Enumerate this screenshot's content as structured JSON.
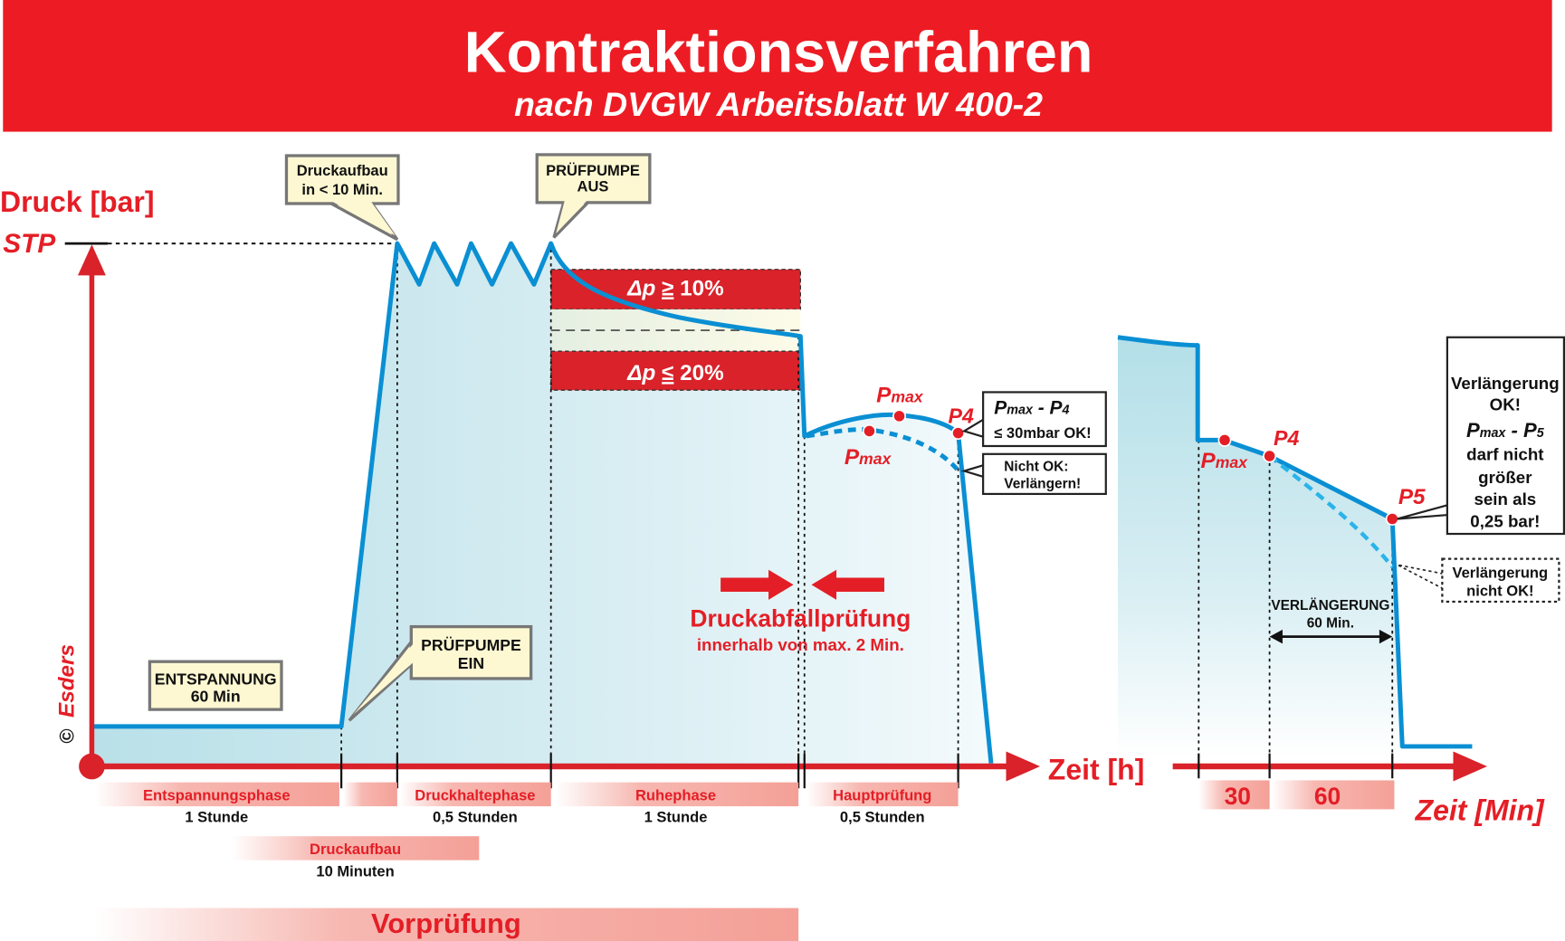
{
  "title": "Kontraktionsverfahren",
  "subtitle": "nach DVGW Arbeitsblatt W 400-2",
  "colors": {
    "brand_red": "#ed1c24",
    "curve_blue": "#0a8fd3",
    "fill_blue": "#bfe3ea",
    "phase_bar": "#f4a097",
    "callout_bg": "#fdf8d2"
  },
  "axes": {
    "y_label": "Druck [bar]",
    "stp": "STP",
    "x_label_hours": "Zeit [h]",
    "x_label_minutes": "Zeit [Min]"
  },
  "callouts": {
    "druckaufbau": [
      "Druckaufbau",
      "in < 10 Min."
    ],
    "pumpe_aus": [
      "PRÜFPUMPE",
      "AUS"
    ],
    "pumpe_ein": [
      "PRÜFPUMPE",
      "EIN"
    ],
    "entspannung": [
      "ENTSPANNUNG",
      "60 Min"
    ]
  },
  "bands": {
    "upper": {
      "delta": "Δp",
      "rel": "≥",
      "value": "10%"
    },
    "lower": {
      "delta": "Δp",
      "rel": "≤",
      "value": "20%"
    }
  },
  "points": {
    "pmax": {
      "p": "P",
      "sub": "max"
    },
    "p4": "P4",
    "p5": "P5"
  },
  "checks": {
    "ok_formula": {
      "p": "P",
      "sub": "max",
      "minus": " - ",
      "p4": "P",
      "p4sub": "4"
    },
    "ok_text": "≤ 30mbar OK!",
    "not_ok": [
      "Nicht OK:",
      "Verlängern!"
    ],
    "extension_ok": [
      "Verlängerung",
      "OK!"
    ],
    "extension_formula": {
      "p": "P",
      "sub": "max",
      "minus": " - ",
      "p5": "P",
      "p5sub": "5"
    },
    "extension_rule": [
      "darf nicht",
      "größer",
      "sein als",
      "0,25 bar!"
    ],
    "extension_not_ok": [
      "Verlängerung",
      "nicht OK!"
    ]
  },
  "pressure_drop": {
    "title": "Druckabfallprüfung",
    "subtitle": "innerhalb von max. 2 Min."
  },
  "extension": {
    "label": "VERLÄNGERUNG",
    "duration": "60 Min."
  },
  "phases": [
    {
      "name": "Entspannungsphase",
      "duration": "1 Stunde"
    },
    {
      "name": "",
      "duration": ""
    },
    {
      "name": "Druckhaltephase",
      "duration": "0,5 Stunden"
    },
    {
      "name": "Ruhephase",
      "duration": "1 Stunde"
    },
    {
      "name": "Hauptprüfung",
      "duration": "0,5 Stunden"
    }
  ],
  "druckaufbau_phase": {
    "name": "Druckaufbau",
    "duration": "10 Minuten"
  },
  "vorpruefung": "Vorprüfung",
  "minutes_segments": [
    "30",
    "60"
  ],
  "logo": {
    "copyright": "©",
    "brand": "Esders"
  }
}
